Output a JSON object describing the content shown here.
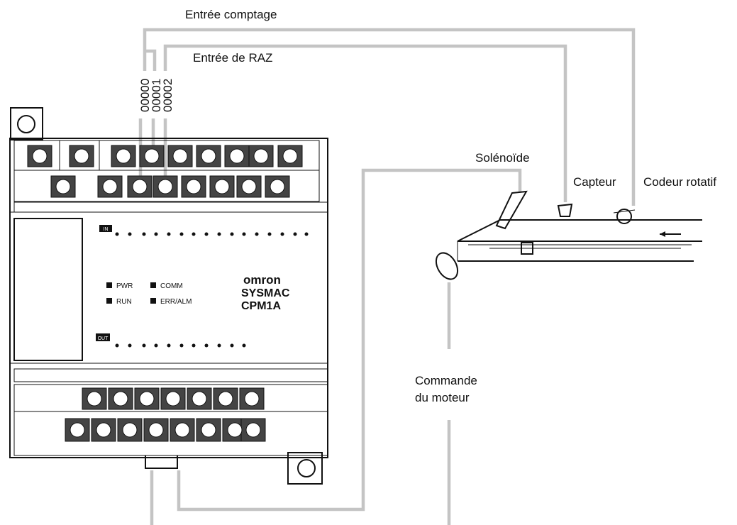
{
  "labels": {
    "counting_input": "Entrée comptage",
    "reset_input": "Entrée de RAZ",
    "solenoid": "Solénoïde",
    "sensor": "Capteur",
    "rotary_encoder": "Codeur rotatif",
    "motor_command_line1": "Commande",
    "motor_command_line2": "du moteur"
  },
  "terminal_addresses": [
    "00000",
    "00001",
    "00002"
  ],
  "plc": {
    "brand": "omron",
    "series": "SYSMAC",
    "model": "CPM1A",
    "indicators": [
      "PWR",
      "COMM",
      "RUN",
      "ERR/ALM"
    ],
    "in_tag": "IN",
    "out_tag": "OUT"
  },
  "colors": {
    "wire": "#c4c4c4",
    "ink": "#111111",
    "background": "#ffffff"
  }
}
